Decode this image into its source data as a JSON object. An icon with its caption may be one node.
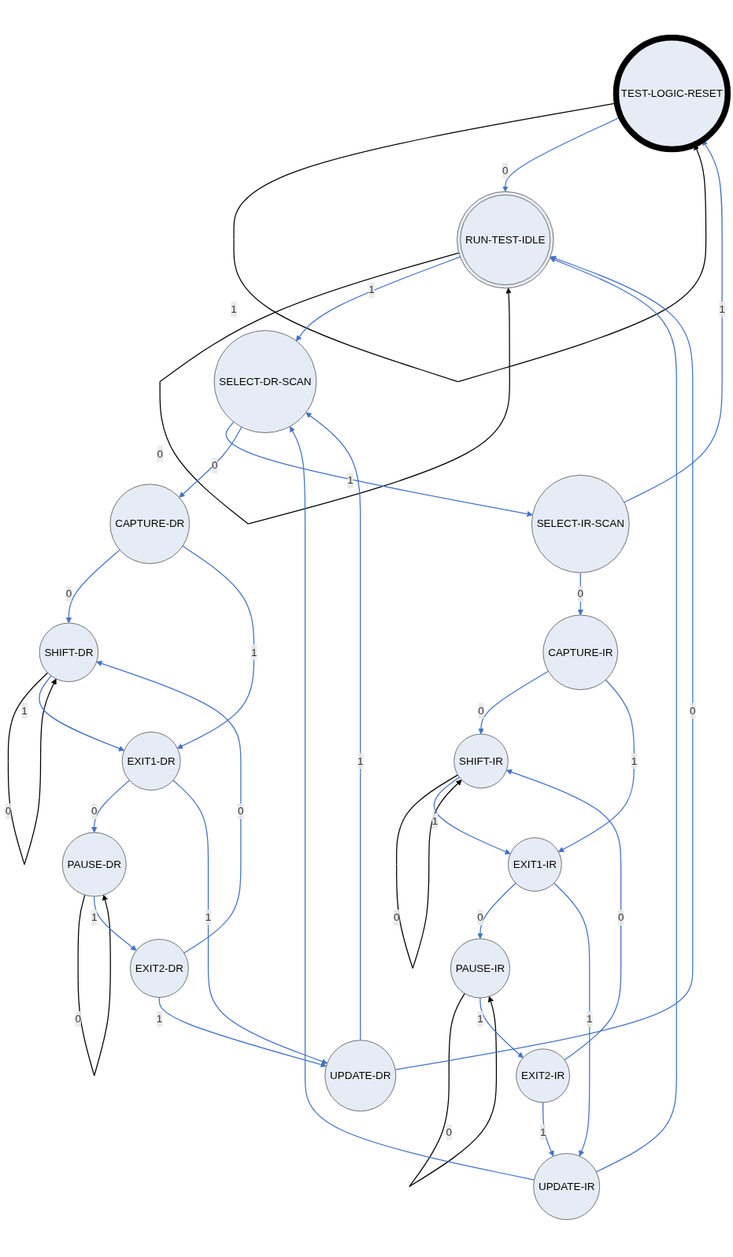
{
  "diagram": {
    "nodes": [
      {
        "text": [
          "TEST-LOGIC-RESET"
        ]
      },
      {
        "text": [
          "RUN-TEST-IDLE"
        ]
      },
      {
        "text": [
          "SELECT-DR-SCAN"
        ]
      },
      {
        "text": [
          "SELECT-IR-SCAN"
        ]
      },
      {
        "text": [
          "CAPTURE-DR"
        ]
      },
      {
        "text": [
          "CAPTURE-IR"
        ]
      },
      {
        "text": [
          "SHIFT-DR"
        ]
      },
      {
        "text": [
          "SHIFT-IR"
        ]
      },
      {
        "text": [
          "EXIT1-DR"
        ]
      },
      {
        "text": [
          "EXIT1-IR"
        ]
      },
      {
        "text": [
          "PAUSE-DR"
        ]
      },
      {
        "text": [
          "PAUSE-IR"
        ]
      },
      {
        "text": [
          "EXIT2-DR"
        ]
      },
      {
        "text": [
          "EXIT2-IR"
        ]
      },
      {
        "text": [
          "UPDATE-DR"
        ]
      },
      {
        "text": [
          "UPDATE-IR"
        ]
      }
    ],
    "edges": [
      {
        "from": 0,
        "to": 0,
        "arrow": "to",
        "label": "1",
        "color": "#000000"
      },
      {
        "from": 0,
        "to": 1,
        "arrow": "to",
        "label": "0"
      },
      {
        "from": 1,
        "to": 1,
        "arrow": "to",
        "label": "0",
        "color": "#000000"
      },
      {
        "from": 1,
        "to": 2,
        "arrow": "to",
        "label": "1"
      },
      {
        "from": 2,
        "to": 3,
        "arrow": "to",
        "label": "1"
      },
      {
        "from": 3,
        "to": 0,
        "arrow": "to",
        "label": "1"
      },
      {
        "from": 2,
        "to": 4,
        "arrow": "to",
        "label": "0"
      },
      {
        "from": 3,
        "to": 5,
        "arrow": "to",
        "label": "0"
      },
      {
        "from": 4,
        "to": 6,
        "arrow": "to",
        "label": "0"
      },
      {
        "from": 4,
        "to": 8,
        "arrow": "to",
        "label": "1"
      },
      {
        "from": 6,
        "to": 6,
        "arrow": "to",
        "label": "0",
        "color": "#000000"
      },
      {
        "from": 6,
        "to": 8,
        "arrow": "to",
        "label": "1"
      },
      {
        "from": 5,
        "to": 7,
        "arrow": "to",
        "label": "0"
      },
      {
        "from": 5,
        "to": 9,
        "arrow": "to",
        "label": "1"
      },
      {
        "from": 7,
        "to": 7,
        "arrow": "to",
        "label": "0",
        "color": "#000000"
      },
      {
        "from": 7,
        "to": 9,
        "arrow": "to",
        "label": "1"
      },
      {
        "from": 8,
        "to": 10,
        "arrow": "to",
        "label": "0"
      },
      {
        "from": 8,
        "to": 14,
        "arrow": "to",
        "label": "1"
      },
      {
        "from": 10,
        "to": 10,
        "arrow": "to",
        "label": "0",
        "color": "#000000"
      },
      {
        "from": 10,
        "to": 12,
        "arrow": "to",
        "label": "1"
      },
      {
        "from": 12,
        "to": 6,
        "arrow": "to",
        "label": "0"
      },
      {
        "from": 12,
        "to": 14,
        "arrow": "to",
        "label": "1"
      },
      {
        "from": 9,
        "to": 11,
        "arrow": "to",
        "label": "0"
      },
      {
        "from": 9,
        "to": 15,
        "arrow": "to",
        "label": "1"
      },
      {
        "from": 11,
        "to": 11,
        "arrow": "to",
        "label": "0",
        "color": "#000000"
      },
      {
        "from": 11,
        "to": 13,
        "arrow": "to",
        "label": "1"
      },
      {
        "from": 13,
        "to": 7,
        "arrow": "to",
        "label": "0"
      },
      {
        "from": 13,
        "to": 15,
        "arrow": "to",
        "label": "1"
      },
      {
        "from": 14,
        "to": 2,
        "arrow": "to",
        "label": "1"
      },
      {
        "from": 15,
        "to": 2,
        "arrow": "to"
      },
      {
        "from": 14,
        "to": 1,
        "arrow": "to",
        "label": "0"
      },
      {
        "from": 15,
        "to": 1,
        "arrow": "to"
      }
    ]
  }
}
